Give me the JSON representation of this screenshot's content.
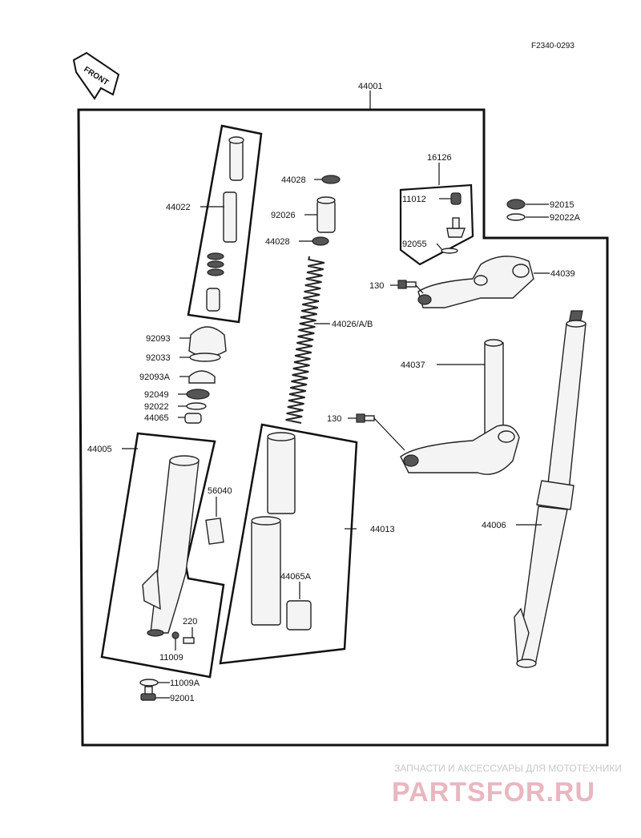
{
  "diagram": {
    "code": "F2340-0293",
    "front_arrow": "FRONT",
    "labels": {
      "p44001": "44001",
      "p16126": "16126",
      "p11012": "11012",
      "p92055": "92055",
      "p92015": "92015",
      "p92022A": "92022A",
      "p44039": "44039",
      "p130a": "130",
      "p130b": "130",
      "p44037": "44037",
      "p44006": "44006",
      "p44022": "44022",
      "p44028a": "44028",
      "p92026": "92026",
      "p44028b": "44028",
      "p44026": "44026/A/B",
      "p92093": "92093",
      "p92033": "92033",
      "p92093A": "92093A",
      "p92049": "92049",
      "p92022": "92022",
      "p44065": "44065",
      "p44005": "44005",
      "p56040": "56040",
      "p44013": "44013",
      "p44065A": "44065A",
      "p220": "220",
      "p11009": "11009",
      "p11009A": "11009A",
      "p92001": "92001"
    }
  },
  "watermark": {
    "line1": "ЗАПЧАСТИ И АКСЕССУАРЫ ДЛЯ МОТОТЕХНИКИ",
    "line2": "PARTSFOR.RU"
  }
}
